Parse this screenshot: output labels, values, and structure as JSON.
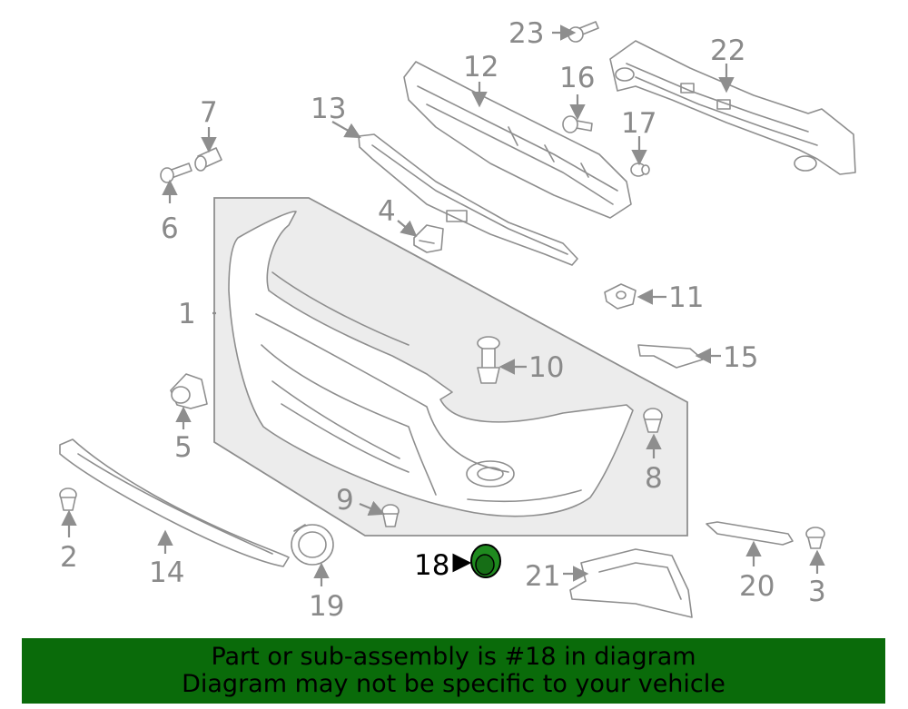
{
  "callouts": {
    "c1": "1",
    "c2": "2",
    "c3": "3",
    "c4": "4",
    "c5": "5",
    "c6": "6",
    "c7": "7",
    "c8": "8",
    "c9": "9",
    "c10": "10",
    "c11": "11",
    "c12": "12",
    "c13": "13",
    "c14": "14",
    "c15": "15",
    "c16": "16",
    "c17": "17",
    "c18": "18",
    "c19": "19",
    "c20": "20",
    "c21": "21",
    "c22": "22",
    "c23": "23"
  },
  "highlight": {
    "part_number": "18",
    "color": "#1f8a1f"
  },
  "banner": {
    "line1": "Part or sub-assembly is #18 in diagram",
    "line2": "Diagram may not be specific to your vehicle",
    "background": "#0a6b0a"
  }
}
